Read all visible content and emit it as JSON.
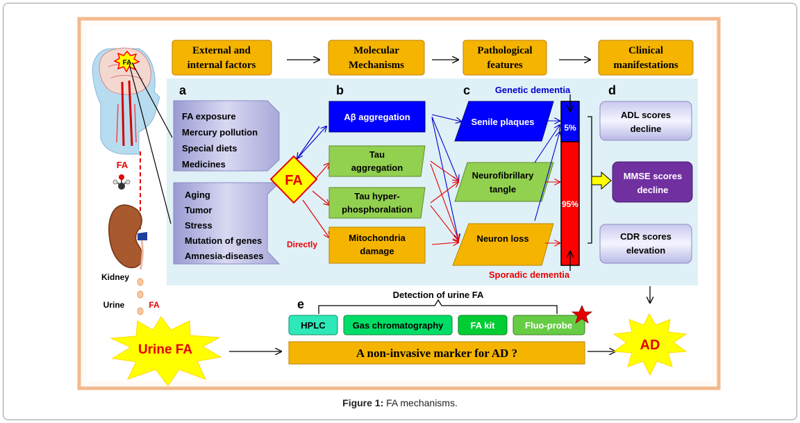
{
  "header_boxes": [
    [
      "External and",
      "internal factors"
    ],
    [
      "Molecular",
      "Mechanisms"
    ],
    [
      "Pathological",
      "features"
    ],
    [
      "Clinical",
      "manifestations"
    ]
  ],
  "section_letters": {
    "a": "a",
    "b": "b",
    "c": "c",
    "d": "d",
    "e": "e"
  },
  "external_factors": [
    "FA exposure",
    "Mercury pollution",
    "Special diets",
    "Medicines"
  ],
  "internal_factors": [
    "Aging",
    "Tumor",
    "Stress",
    "Mutation of genes",
    "Amnesia-diseases"
  ],
  "center_node": "FA",
  "directly_label": "Directly",
  "mechanisms": [
    [
      "Aβ aggregation"
    ],
    [
      "Tau",
      "aggregation"
    ],
    [
      "Tau hyper-",
      "phosphoralation"
    ],
    [
      "Mitochondria",
      "damage"
    ]
  ],
  "pathological": [
    [
      "Senile plaques"
    ],
    [
      "Neurofibrillary",
      "tangle"
    ],
    [
      "Neuron loss"
    ]
  ],
  "genetic_label": "Genetic dementia",
  "sporadic_label": "Sporadic dementia",
  "genetic_pct": "5%",
  "sporadic_pct": "95%",
  "clinical": [
    [
      "ADL scores",
      "decline"
    ],
    [
      "MMSE scores",
      "decline"
    ],
    [
      "CDR scores",
      "elevation"
    ]
  ],
  "left_labels": {
    "brain_fa": "FA",
    "fa_red": "FA",
    "kidney": "Kidney",
    "urine": "Urine",
    "urine_fa": "FA"
  },
  "urine_fa_burst": "Urine FA",
  "detection_title": "Detection of urine FA",
  "detection_methods": [
    "HPLC",
    "Gas chromatography",
    "FA kit",
    "Fluo-probe"
  ],
  "marker_text": "A non-invasive marker for AD ?",
  "ad_burst": "AD",
  "caption_bold": "Figure 1:",
  "caption_text": " FA mechanisms.",
  "colors": {
    "panel_bg": "#dff0f7",
    "outer_frame": "#f2b98d",
    "orange_box": "#f5b400",
    "blue_box": "#0000ff",
    "green_box": "#92d050",
    "purple_box": "#7030a0",
    "red_bar": "#ff0000",
    "arrow_blue": "#0000cc",
    "arrow_red": "#e60000"
  }
}
